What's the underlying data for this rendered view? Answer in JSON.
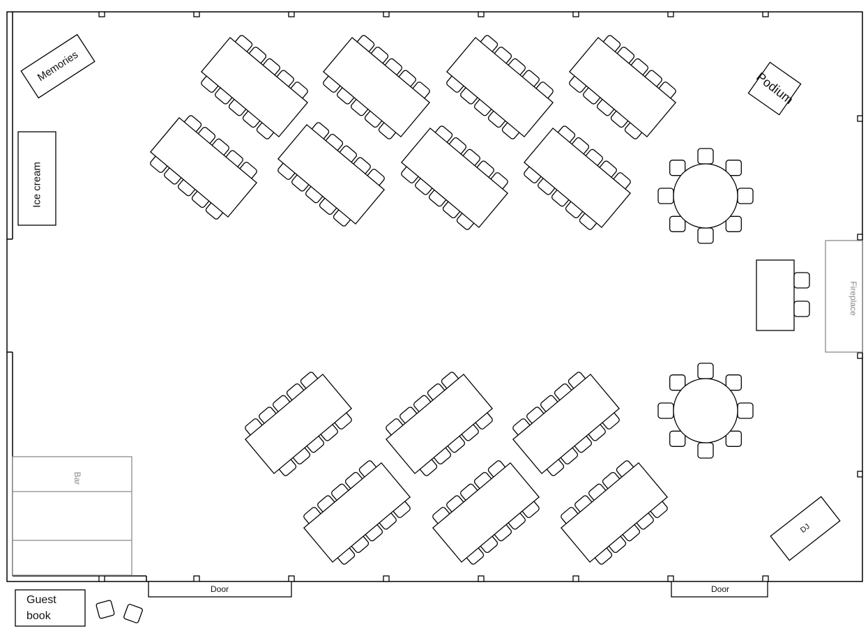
{
  "labels": {
    "memories": "Memories",
    "ice_cream": "Ice cream",
    "podium": "Podium",
    "fireplace": "Fireplace",
    "bar": "Bar",
    "dj": "DJ",
    "door_left": "Door",
    "door_right": "Door",
    "guest_book_line1": "Guest",
    "guest_book_line2": "book"
  },
  "tables": {
    "rectangular_rows": [
      "top",
      "top",
      "bottom",
      "bottom"
    ],
    "rectangular_count": 14,
    "round_count": 2,
    "seats_per_rectangular": 10,
    "seats_per_round": 8
  }
}
